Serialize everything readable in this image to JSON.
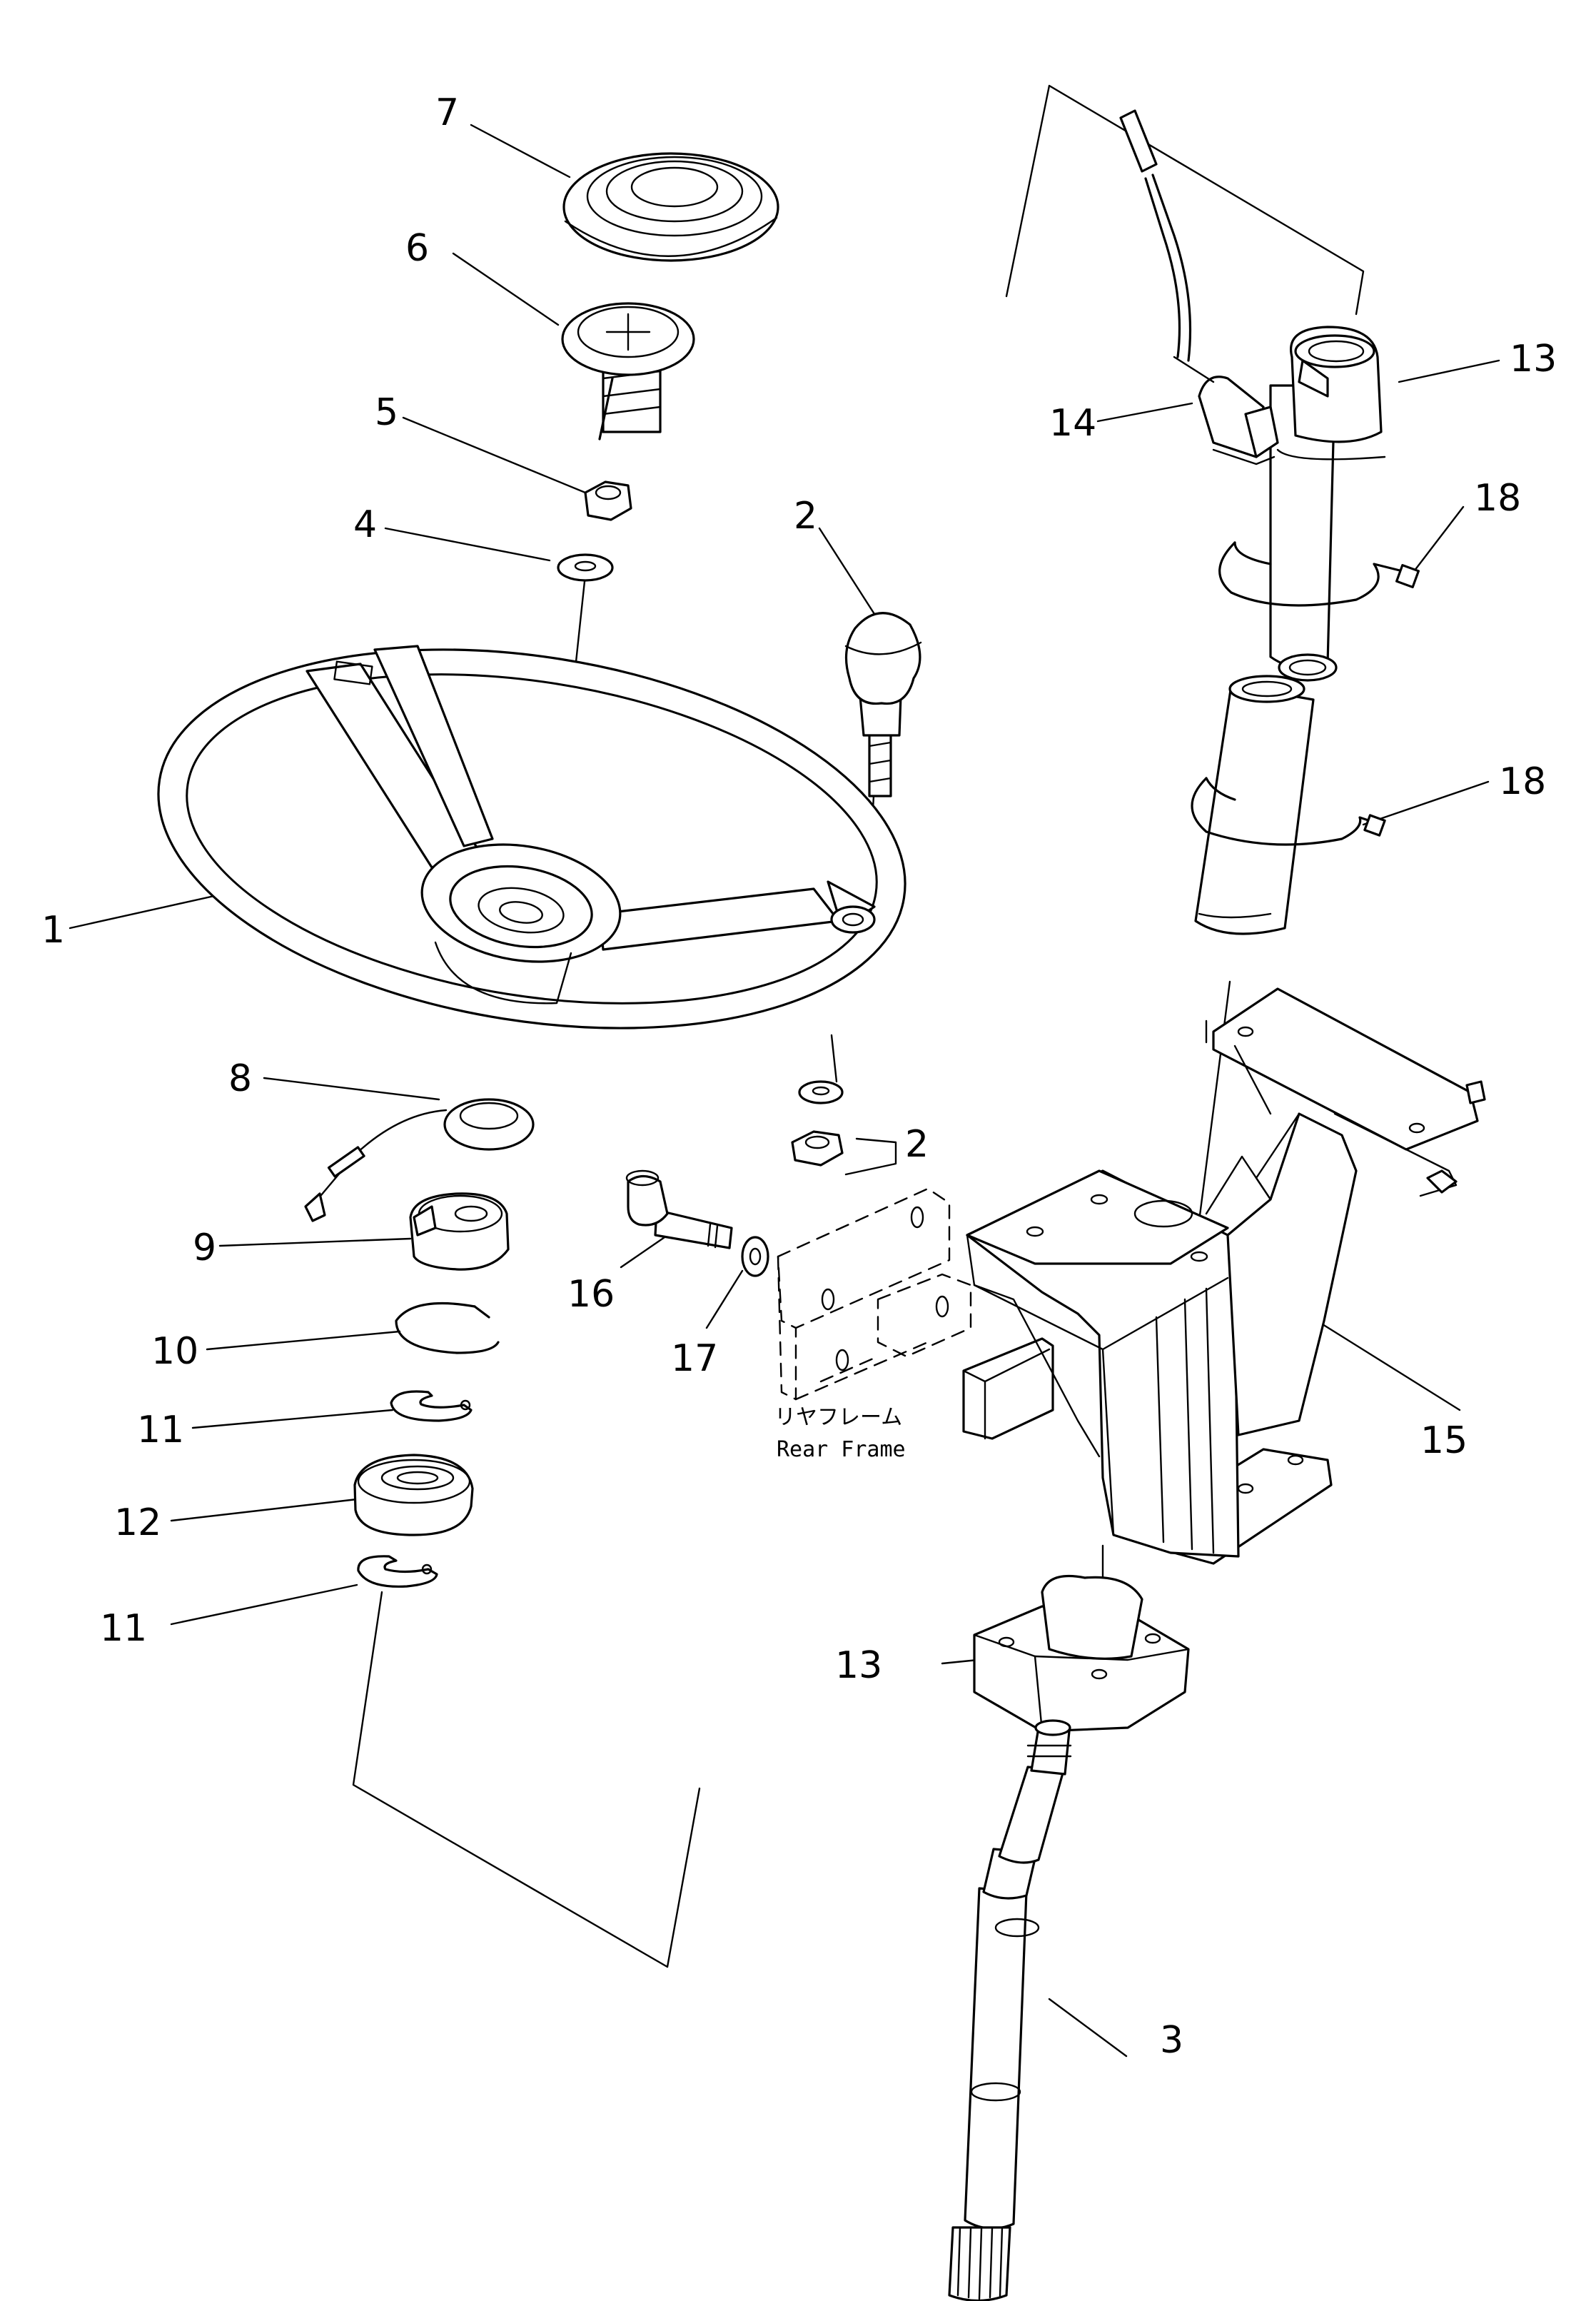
{
  "callouts": {
    "n1": "1",
    "n2a": "2",
    "n2b": "2",
    "n3": "3",
    "n4": "4",
    "n5": "5",
    "n6": "6",
    "n7": "7",
    "n8": "8",
    "n9": "9",
    "n10": "10",
    "n11a": "11",
    "n11b": "11",
    "n12": "12",
    "n13a": "13",
    "n13b": "13",
    "n14": "14",
    "n15": "15",
    "n16": "16",
    "n17": "17",
    "n18a": "18",
    "n18b": "18"
  },
  "rear_frame": {
    "label_ja": "リヤフレーム",
    "label_en": "Rear Frame"
  }
}
